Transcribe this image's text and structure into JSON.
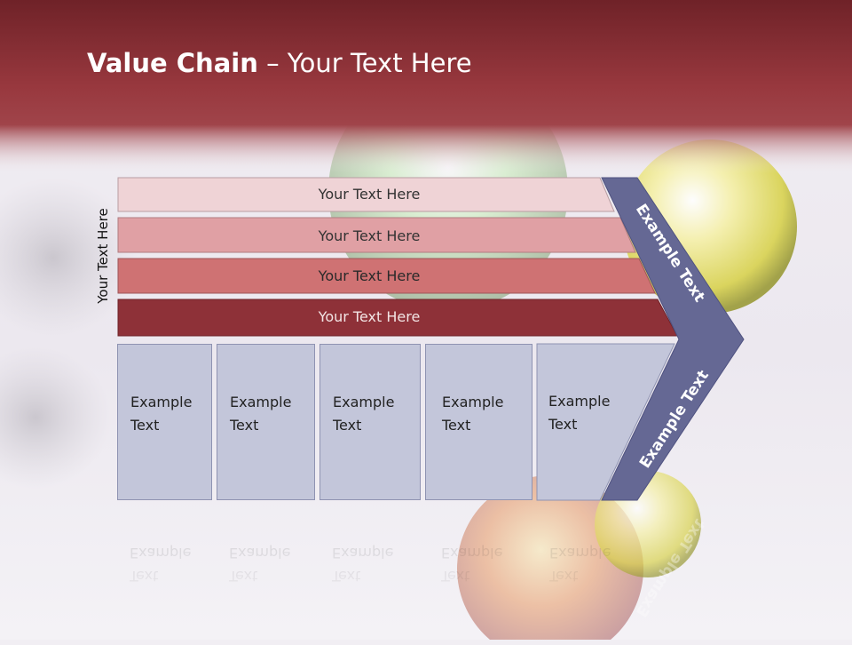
{
  "title": {
    "bold": "Value Chain",
    "rest": " – Your Text Here"
  },
  "side_label": "Your Text Here",
  "bands": [
    {
      "label": "Your Text Here",
      "fill": "#efd3d6",
      "text_color": "#333333"
    },
    {
      "label": "Your Text Here",
      "fill": "#e0a0a4",
      "text_color": "#333333"
    },
    {
      "label": "Your Text Here",
      "fill": "#cf7273",
      "text_color": "#2a2a2a"
    },
    {
      "label": "Your Text Here",
      "fill": "#8e3138",
      "text_color": "#f2e4e4"
    }
  ],
  "boxes": [
    {
      "line1": "Example",
      "line2": "Text"
    },
    {
      "line1": "Example",
      "line2": "Text"
    },
    {
      "line1": "Example",
      "line2": "Text"
    },
    {
      "line1": "Example",
      "line2": "Text"
    },
    {
      "line1": "Example",
      "line2": "Text"
    }
  ],
  "chevron": {
    "upper_label": "Example Text",
    "lower_label": "Example Text",
    "fill": "#656894"
  },
  "colors": {
    "header": "#9e3a40",
    "box_fill": "#c3c6da"
  }
}
